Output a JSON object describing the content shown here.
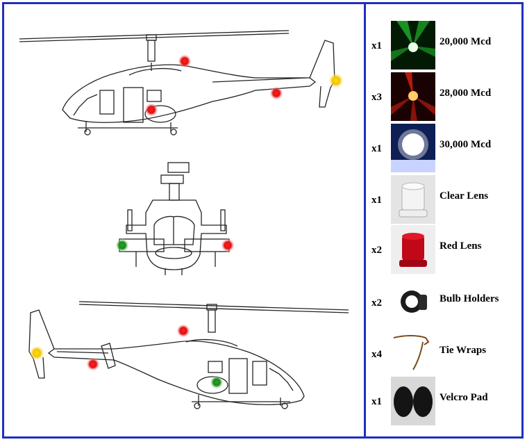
{
  "colors": {
    "border": "#1f2fbf",
    "red_light": "#e01010",
    "green_light": "#1a8a1a",
    "yellow_light": "#f2c400"
  },
  "views": [
    {
      "name": "side-view-right",
      "lights": [
        "red",
        "red",
        "red",
        "yellow"
      ]
    },
    {
      "name": "front-view",
      "lights": [
        "green",
        "red"
      ]
    },
    {
      "name": "side-view-left",
      "lights": [
        "yellow",
        "red",
        "red",
        "green"
      ]
    }
  ],
  "parts": [
    {
      "qty": "x1",
      "label": "20,000 Mcd",
      "icon": "green-led-icon"
    },
    {
      "qty": "x3",
      "label": "28,000 Mcd",
      "icon": "red-led-icon"
    },
    {
      "qty": "x1",
      "label": "30,000 Mcd",
      "icon": "white-led-icon"
    },
    {
      "qty": "x1",
      "label": "Clear Lens",
      "icon": "clear-lens-icon"
    },
    {
      "qty": "x2",
      "label": "Red Lens",
      "icon": "red-lens-icon"
    },
    {
      "qty": "x2",
      "label": "Bulb Holders",
      "icon": "bulb-holder-icon"
    },
    {
      "qty": "x4",
      "label": "Tie Wraps",
      "icon": "tie-wrap-icon"
    },
    {
      "qty": "x1",
      "label": "Velcro Pad",
      "icon": "velcro-pad-icon"
    }
  ]
}
